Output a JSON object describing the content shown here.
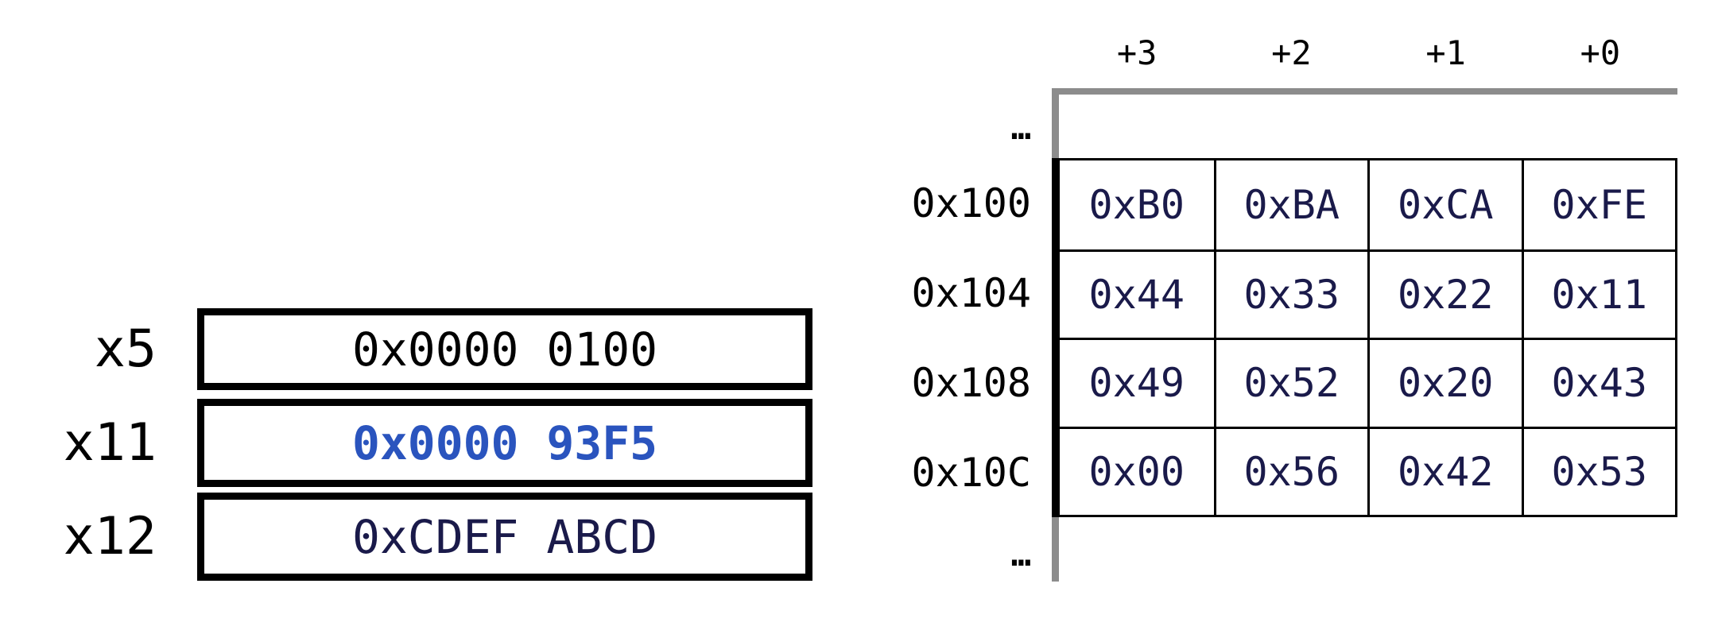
{
  "registers": {
    "items": [
      {
        "label": "x5",
        "value": "0x0000 0100"
      },
      {
        "label": "x11",
        "value": "0x0000 93F5"
      },
      {
        "label": "x12",
        "value": "0xCDEF ABCD"
      }
    ]
  },
  "memory": {
    "offset_headers": [
      "+3",
      "+2",
      "+1",
      "+0"
    ],
    "top_ellipsis": "…",
    "bottom_ellipsis": "…",
    "rows": [
      {
        "address": "0x100",
        "bytes": [
          "0xB0",
          "0xBA",
          "0xCA",
          "0xFE"
        ]
      },
      {
        "address": "0x104",
        "bytes": [
          "0x44",
          "0x33",
          "0x22",
          "0x11"
        ]
      },
      {
        "address": "0x108",
        "bytes": [
          "0x49",
          "0x52",
          "0x20",
          "0x43"
        ]
      },
      {
        "address": "0x10C",
        "bytes": [
          "0x00",
          "0x56",
          "0x42",
          "0x53"
        ]
      }
    ]
  },
  "colors": {
    "highlight_blue": "#2a54be",
    "value_navy": "#1a1a4a",
    "axis_gray": "#8c8c8c",
    "border_black": "#000000"
  }
}
